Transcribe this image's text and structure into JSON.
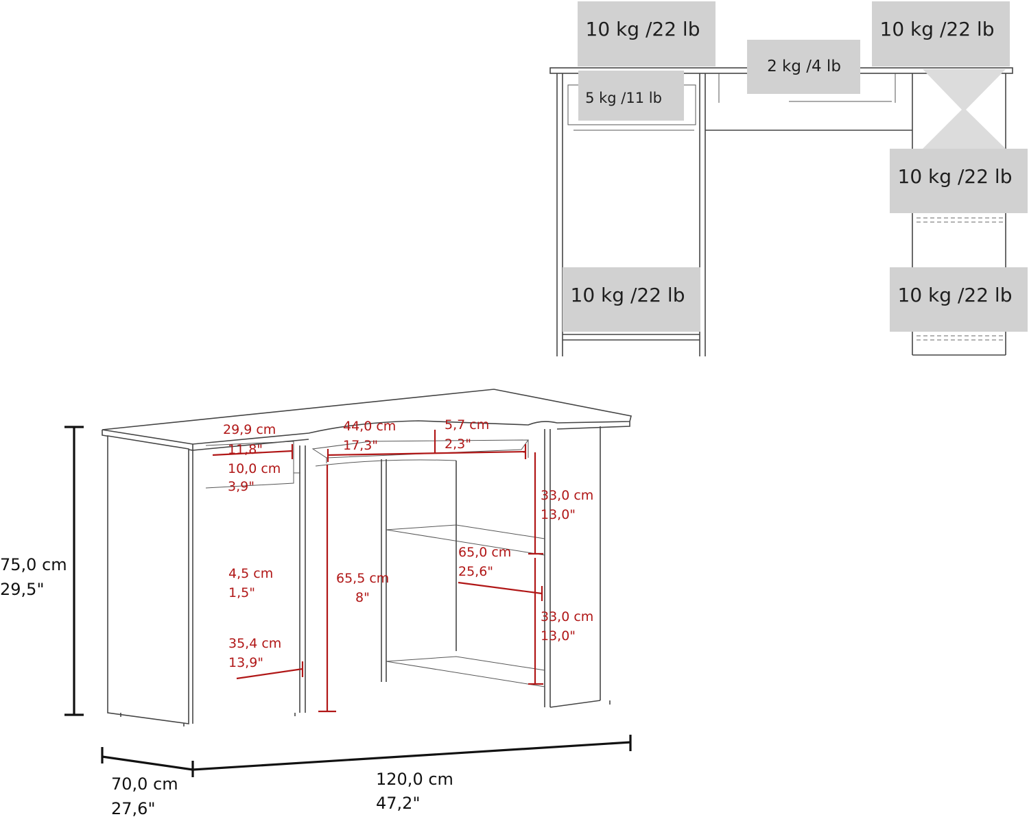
{
  "weights": {
    "top_left_shelf": "10 kg /22 lb",
    "top_right_shelf": "10 kg /22 lb",
    "keyboard_tray": "2 kg /4 lb",
    "drawer": "5 kg /11 lb",
    "right_upper_shelf": "10 kg /22 lb",
    "left_bottom": "10 kg /22 lb",
    "right_bottom": "10 kg /22 lb"
  },
  "dimensions": {
    "height_cm": "75,0 cm",
    "height_in": "29,5\"",
    "depth_cm": "70,0 cm",
    "depth_in": "27,6\"",
    "width_cm": "120,0 cm",
    "width_in": "47,2\"",
    "drawer_width_cm": "29,9 cm",
    "drawer_width_in": "11,8\"",
    "drawer_height_cm": "10,0 cm",
    "drawer_height_in": "3,9\"",
    "tray_width_cm": "44,0 cm",
    "tray_width_in": "17,3\"",
    "tray_height_cm": "5,7 cm",
    "tray_height_in": "2,3\"",
    "shelf_top_cm": "33,0 cm",
    "shelf_top_in": "13,0\"",
    "shelf_depth_cm": "65,0 cm",
    "shelf_depth_in": "25,6\"",
    "shelf_bottom_cm": "33,0 cm",
    "shelf_bottom_in": "13,0\"",
    "knee_height_cm": "65,5 cm",
    "knee_height_in": "8\"",
    "panel_cm": "4,5 cm",
    "panel_in": "1,5\"",
    "panel_width_cm": "35,4 cm",
    "panel_width_in": "13,9\""
  }
}
